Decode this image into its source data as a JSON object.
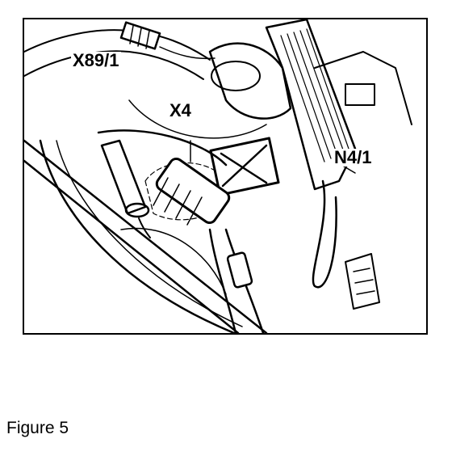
{
  "figure": {
    "labels": {
      "x89": "X89/1",
      "x4": "X4",
      "n41": "N4/1"
    },
    "caption": "Figure 5"
  },
  "colors": {
    "ink": "#000000",
    "paper": "#ffffff"
  }
}
